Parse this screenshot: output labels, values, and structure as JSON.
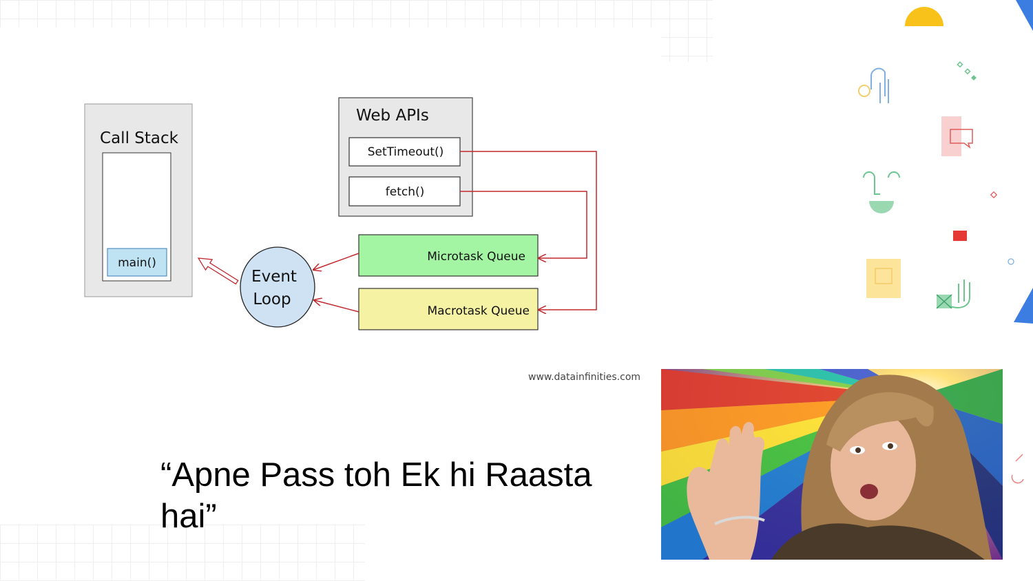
{
  "diagram": {
    "call_stack": {
      "title": "Call Stack",
      "frame": "main()"
    },
    "web_apis": {
      "title": "Web APIs",
      "items": [
        "SetTimeout()",
        "fetch()"
      ]
    },
    "event_loop": {
      "line1": "Event",
      "line2": "Loop"
    },
    "queues": {
      "microtask": "Microtask Queue",
      "macrotask": "Macrotask Queue"
    },
    "colors": {
      "call_stack_bg": "#e8e8e8",
      "frame_fill": "#bfe3f3",
      "event_loop_fill": "#cfe2f3",
      "microtask_fill": "#a3f5a3",
      "macrotask_fill": "#f5f3a3",
      "arrow": "#c0282d"
    }
  },
  "website": "www.datainfinities.com",
  "quote": "“Apne Pass toh Ek hi Raasta hai”",
  "meme": {
    "description_icon": "surprised-woman-rainbow-photo"
  }
}
